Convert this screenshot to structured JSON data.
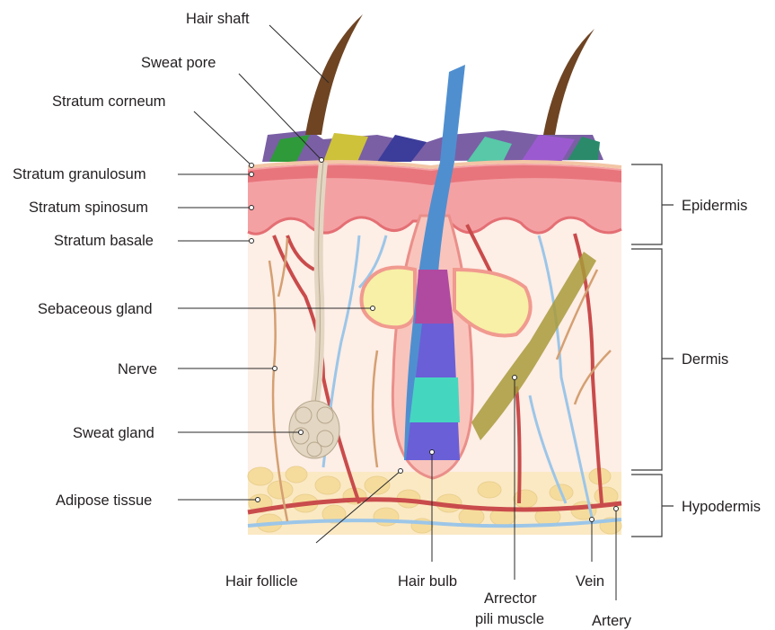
{
  "labels": {
    "hair_shaft": "Hair shaft",
    "sweat_pore": "Sweat pore",
    "stratum_corneum": "Stratum corneum",
    "stratum_granulosum": "Stratum granulosum",
    "stratum_spinosum": "Stratum spinosum",
    "stratum_basale": "Stratum basale",
    "sebaceous_gland": "Sebaceous gland",
    "nerve": "Nerve",
    "sweat_gland": "Sweat gland",
    "adipose_tissue": "Adipose tissue",
    "hair_follicle": "Hair follicle",
    "hair_bulb": "Hair bulb",
    "arrector_line1": "Arrector",
    "arrector_line2": "pili muscle",
    "vein": "Vein",
    "artery": "Artery",
    "epidermis": "Epidermis",
    "dermis": "Dermis",
    "hypodermis": "Hypodermis"
  },
  "colors": {
    "epidermis": "#f4a1a4",
    "granulosum": "#e8757c",
    "dermis": "#fdeee6",
    "fat": "#f6dc9c",
    "artery": "#c94b4b",
    "vein": "#9cc6e8",
    "nerve": "#d4a072",
    "hair": "#6e4423",
    "sweat_gland": "#e3d6c2",
    "sebaceous": "#f7f0a6"
  }
}
